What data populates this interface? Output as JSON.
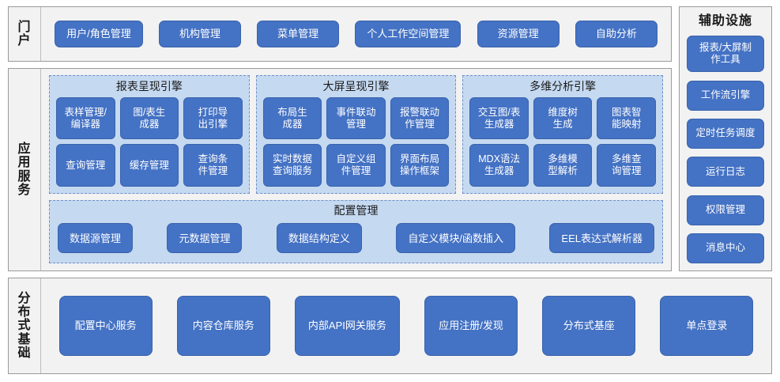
{
  "theme": {
    "tile_fill": "#4472c4",
    "tile_border": "#3a63ac",
    "group_fill": "#c5d9f1",
    "group_border": "#6f90c6",
    "panel_fill": "#f2f2f2",
    "panel_border": "#9a9a9a",
    "text_on_tile": "#ffffff",
    "text_dark": "#1a1a1a"
  },
  "portal": {
    "label": "门户",
    "items": [
      {
        "label": "用户/角色管理"
      },
      {
        "label": "机构管理"
      },
      {
        "label": "菜单管理"
      },
      {
        "label": "个人工作空间管理"
      },
      {
        "label": "资源管理"
      },
      {
        "label": "自助分析"
      }
    ]
  },
  "app_services": {
    "label": "应用服务",
    "engines": [
      {
        "title": "报表呈现引擎",
        "items": [
          {
            "label": "表样管理/\n编译器"
          },
          {
            "label": "图/表生\n成器"
          },
          {
            "label": "打印导\n出引擎"
          },
          {
            "label": "查询管理"
          },
          {
            "label": "缓存管理"
          },
          {
            "label": "查询条\n件管理"
          }
        ]
      },
      {
        "title": "大屏呈现引擎",
        "items": [
          {
            "label": "布局生\n成器"
          },
          {
            "label": "事件联动\n管理"
          },
          {
            "label": "报警联动\n作管理"
          },
          {
            "label": "实时数据\n查询服务"
          },
          {
            "label": "自定义组\n件管理"
          },
          {
            "label": "界面布局\n操作框架"
          }
        ]
      },
      {
        "title": "多维分析引擎",
        "items": [
          {
            "label": "交互图/表\n生成器"
          },
          {
            "label": "维度树\n生成"
          },
          {
            "label": "图表智\n能映射"
          },
          {
            "label": "MDX语法\n生成器"
          },
          {
            "label": "多维模\n型解析"
          },
          {
            "label": "多维查\n询管理"
          }
        ]
      }
    ],
    "config": {
      "title": "配置管理",
      "items": [
        {
          "label": "数据源管理"
        },
        {
          "label": "元数据管理"
        },
        {
          "label": "数据结构定义"
        },
        {
          "label": "自定义模块/函数插入"
        },
        {
          "label": "EEL表达式解析器"
        }
      ]
    }
  },
  "aux": {
    "title": "辅助设施",
    "items": [
      {
        "label": "报表/大屏制\n作工具",
        "tall": true
      },
      {
        "label": "工作流引擎",
        "tall": false
      },
      {
        "label": "定时任务调度",
        "tall": false
      },
      {
        "label": "运行日志",
        "tall": false
      },
      {
        "label": "权限管理",
        "tall": false
      },
      {
        "label": "消息中心",
        "tall": false
      }
    ]
  },
  "distributed": {
    "label": "分布式基础",
    "items": [
      {
        "label": "配置中心服务"
      },
      {
        "label": "内容仓库服务"
      },
      {
        "label": "内部API网关服务"
      },
      {
        "label": "应用注册/发现"
      },
      {
        "label": "分布式基座"
      },
      {
        "label": "单点登录"
      }
    ]
  }
}
